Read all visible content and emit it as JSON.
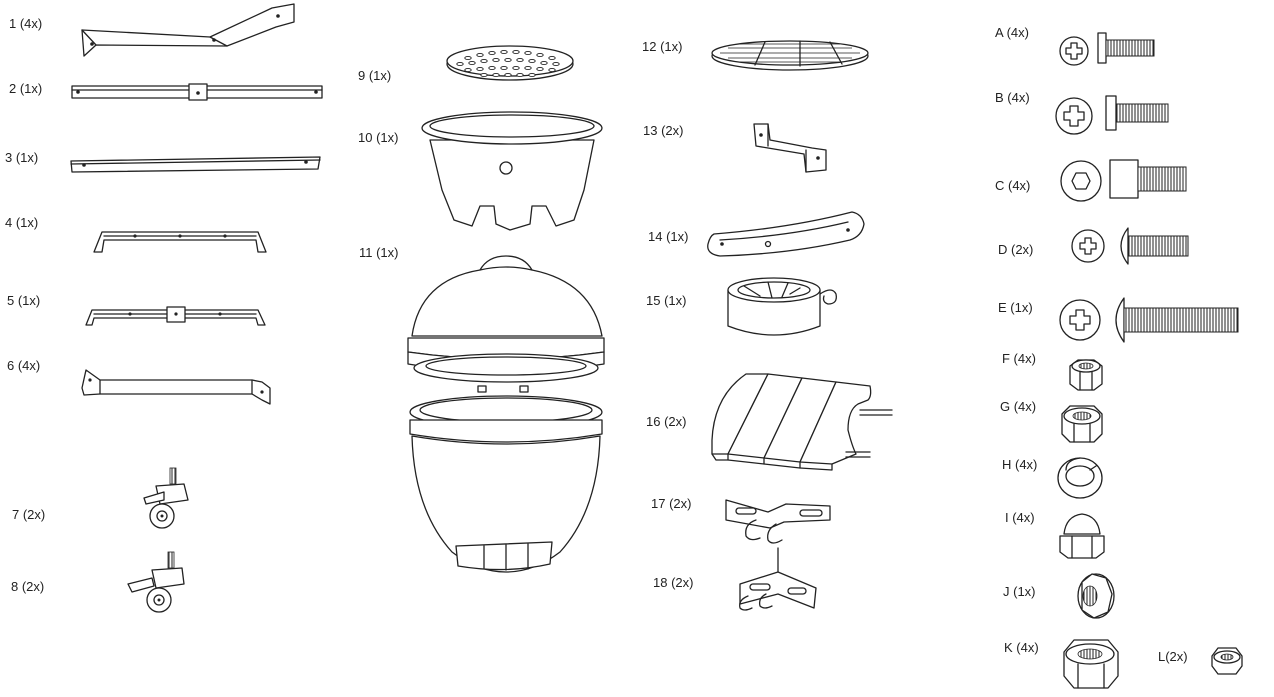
{
  "parts": {
    "p1": "1 (4x)",
    "p2": "2 (1x)",
    "p3": "3 (1x)",
    "p4": "4 (1x)",
    "p5": "5 (1x)",
    "p6": "6 (4x)",
    "p7": "7 (2x)",
    "p8": "8 (2x)",
    "p9": "9 (1x)",
    "p10": "10 (1x)",
    "p11": "11 (1x)",
    "p12": "12 (1x)",
    "p13": "13 (2x)",
    "p14": "14 (1x)",
    "p15": "15 (1x)",
    "p16": "16 (2x)",
    "p17": "17 (2x)",
    "p18": "18 (2x)"
  },
  "hardware": {
    "A": "A (4x)",
    "B": "B (4x)",
    "C": "C (4x)",
    "D": "D (2x)",
    "E": "E (1x)",
    "F": "F (4x)",
    "G": "G (4x)",
    "H": "H (4x)",
    "I": "I (4x)",
    "J": "J (1x)",
    "K": "K (4x)",
    "L": "L(2x)"
  }
}
